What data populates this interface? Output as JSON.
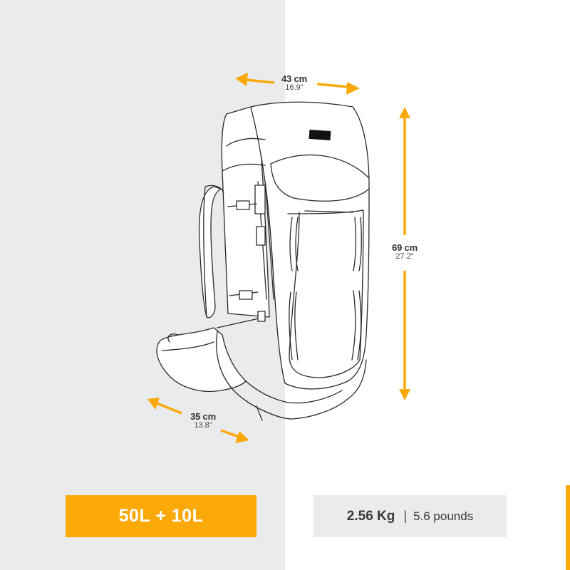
{
  "colors": {
    "accent": "#fba909",
    "panel_gray": "#eaebed",
    "background": "#ffffff",
    "text_dark": "#333333",
    "outline": "#2a2a2a"
  },
  "product": {
    "illustration": "backpack-line-drawing",
    "dimensions": {
      "width": {
        "cm": "43 cm",
        "inch": "16.9\"",
        "icon": "double-arrow-horizontal"
      },
      "height": {
        "cm": "69 cm",
        "inch": "27.2\"",
        "icon": "double-arrow-vertical"
      },
      "depth": {
        "cm": "35 cm",
        "inch": "13.8\"",
        "icon": "double-arrow-diagonal"
      }
    }
  },
  "badges": {
    "capacity": "50L + 10L",
    "weight_kg": "2.56 Kg",
    "separator": "|",
    "weight_lbs": "5.6 pounds"
  }
}
